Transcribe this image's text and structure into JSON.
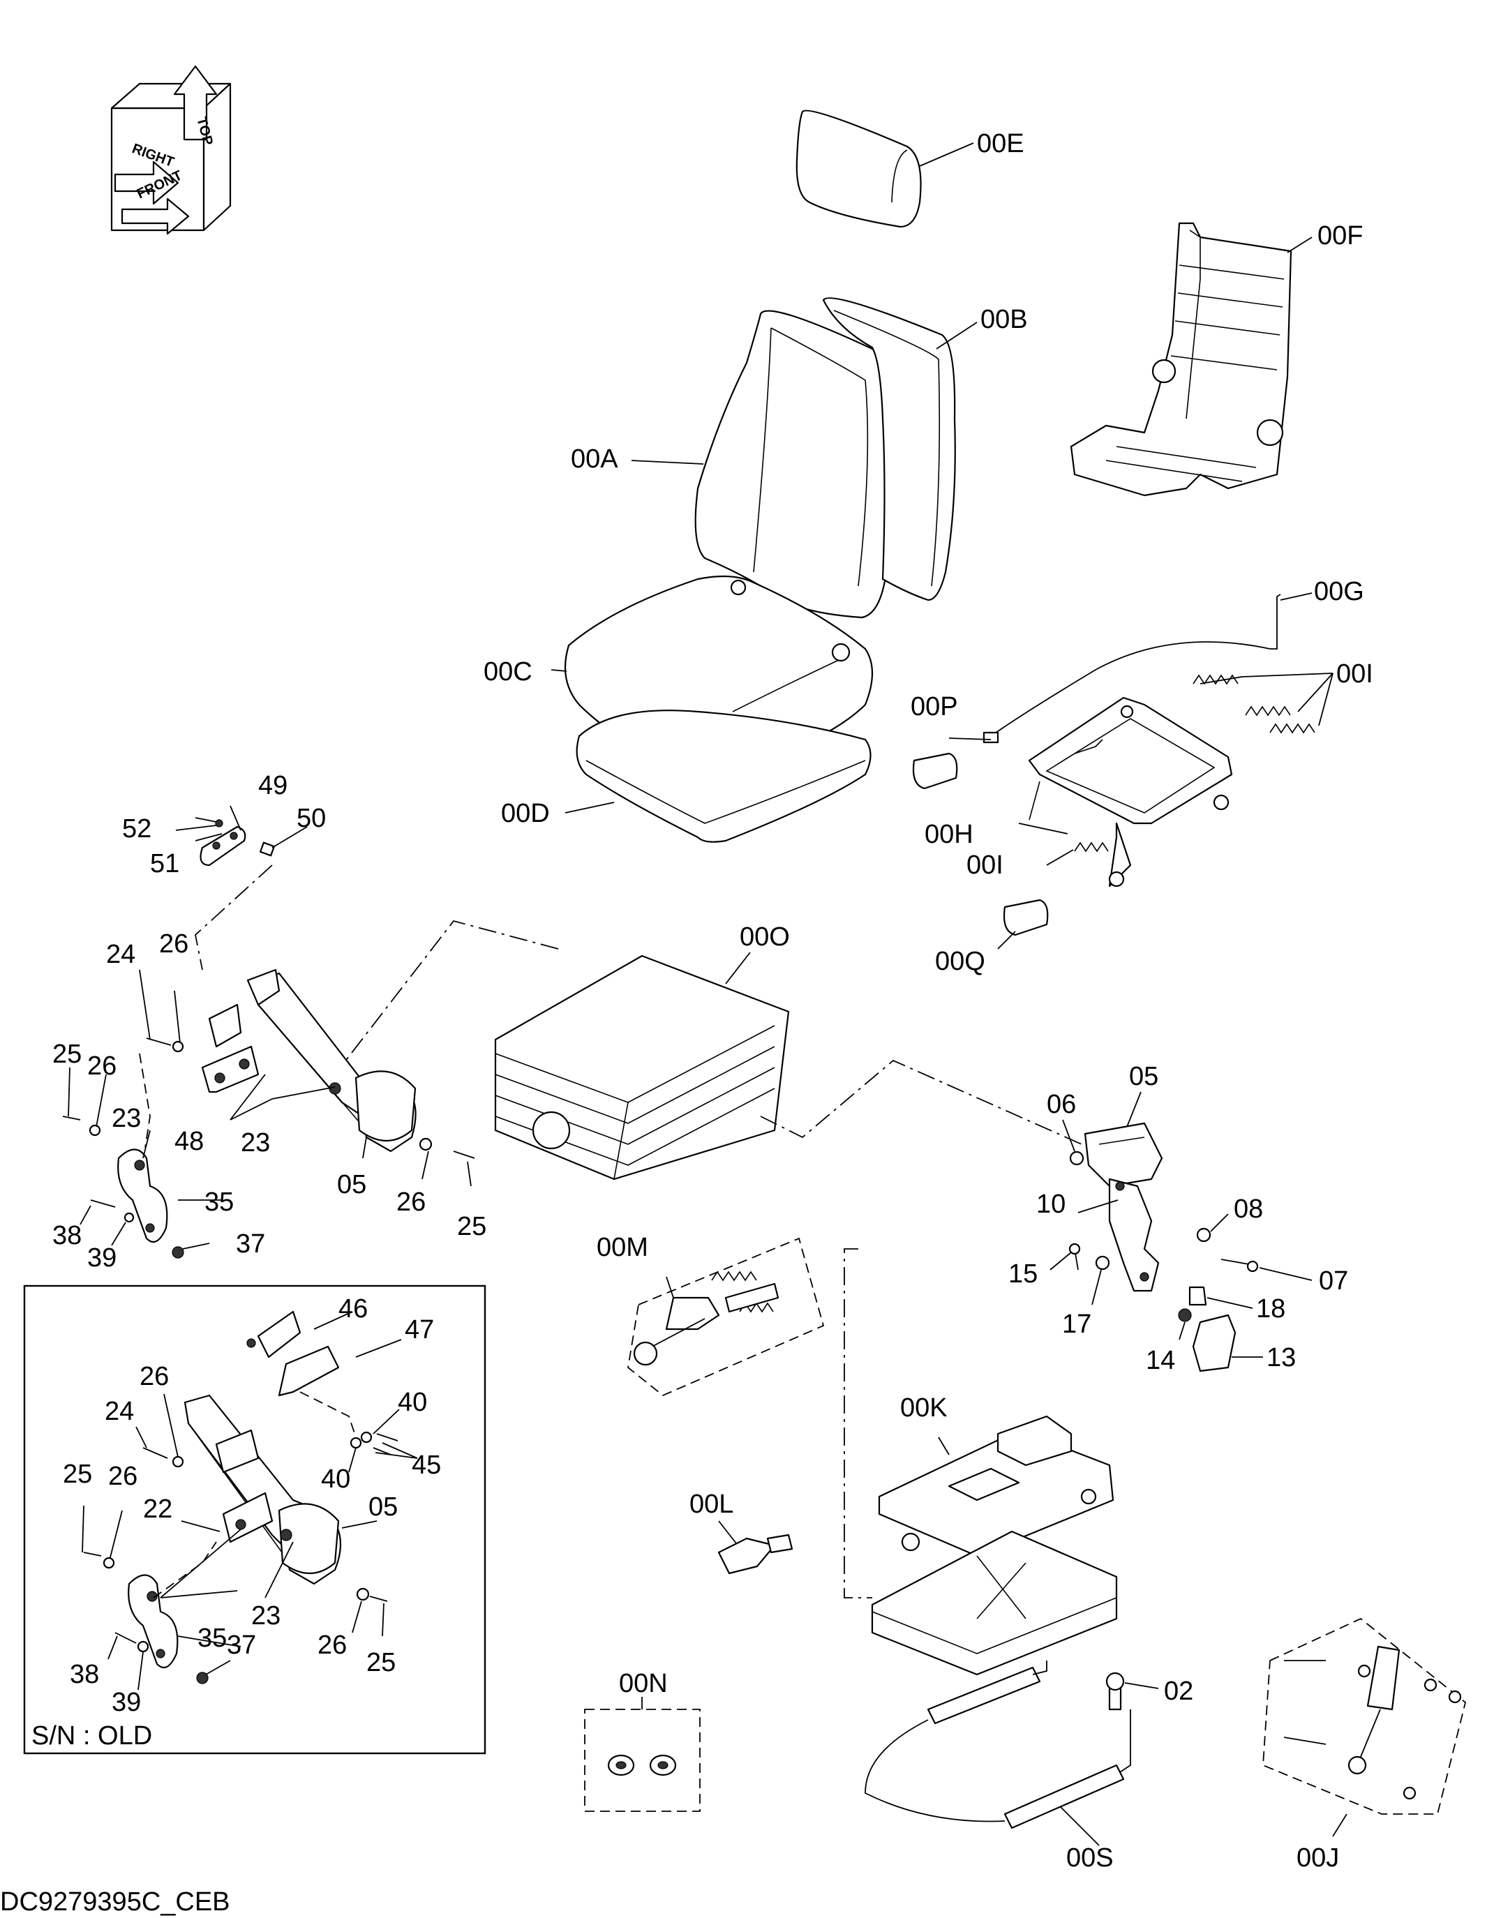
{
  "drawing_id": "DC9279395C_CEB",
  "orientation_cube": {
    "top": "TOP",
    "right": "RIGHT",
    "front": "FRONT"
  },
  "inset_caption": "S/N : OLD",
  "callouts": {
    "c00E": "00E",
    "c00F": "00F",
    "c00B": "00B",
    "c00A": "00A",
    "c00G": "00G",
    "c00I_a": "00I",
    "c00C": "00C",
    "c00P": "00P",
    "c00D": "00D",
    "c00H": "00H",
    "c00I_b": "00I",
    "c00Q": "00Q",
    "c00O": "00O",
    "c00M": "00M",
    "c00K": "00K",
    "c00L": "00L",
    "c00N": "00N",
    "c02": "02",
    "c00S": "00S",
    "c00J": "00J",
    "c49": "49",
    "c52": "52",
    "c50": "50",
    "c51": "51",
    "c24a": "24",
    "c26a": "26",
    "c25a": "25",
    "c26b": "26",
    "c23a": "23",
    "c48": "48",
    "c23b": "23",
    "c05a": "05",
    "c26c": "26",
    "c25b": "25",
    "c35a": "35",
    "c38a": "38",
    "c39a": "39",
    "c37a": "37",
    "c05b": "05",
    "c06": "06",
    "c10": "10",
    "c08": "08",
    "c15": "15",
    "c07": "07",
    "c18": "18",
    "c17": "17",
    "c14": "14",
    "c13": "13",
    "c46": "46",
    "c47": "47",
    "c26d": "26",
    "c40a": "40",
    "c24b": "24",
    "c40b": "40",
    "c45": "45",
    "c25c": "25",
    "c26e": "26",
    "c05c": "05",
    "c22": "22",
    "c23c": "23",
    "c35b": "35",
    "c37b": "37",
    "c26f": "26",
    "c25d": "25",
    "c38b": "38",
    "c39b": "39"
  }
}
